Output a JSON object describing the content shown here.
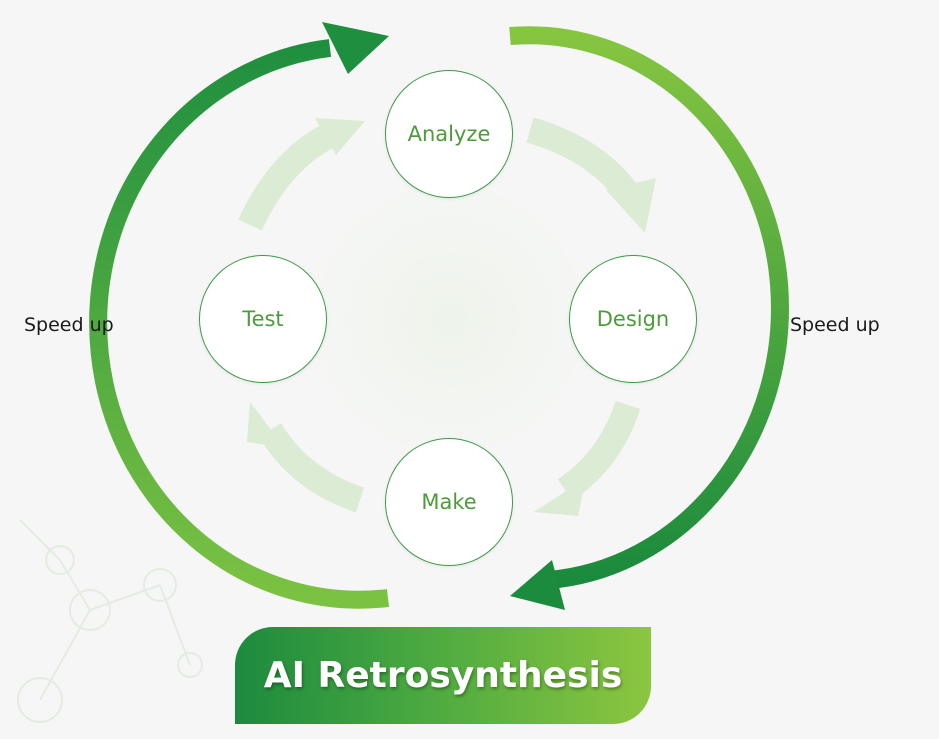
{
  "diagram": {
    "nodes": {
      "analyze": "Analyze",
      "design": "Design",
      "make": "Make",
      "test": "Test"
    },
    "side_labels": {
      "left": "Speed up",
      "right": "Speed up"
    },
    "banner_title": "AI Retrosynthesis",
    "colors": {
      "dark_green": "#1c8a3e",
      "mid_green": "#4aa940",
      "light_green": "#8cc63f",
      "pale_arrow": "#dcebd3",
      "node_text": "#4d9b3b"
    }
  }
}
